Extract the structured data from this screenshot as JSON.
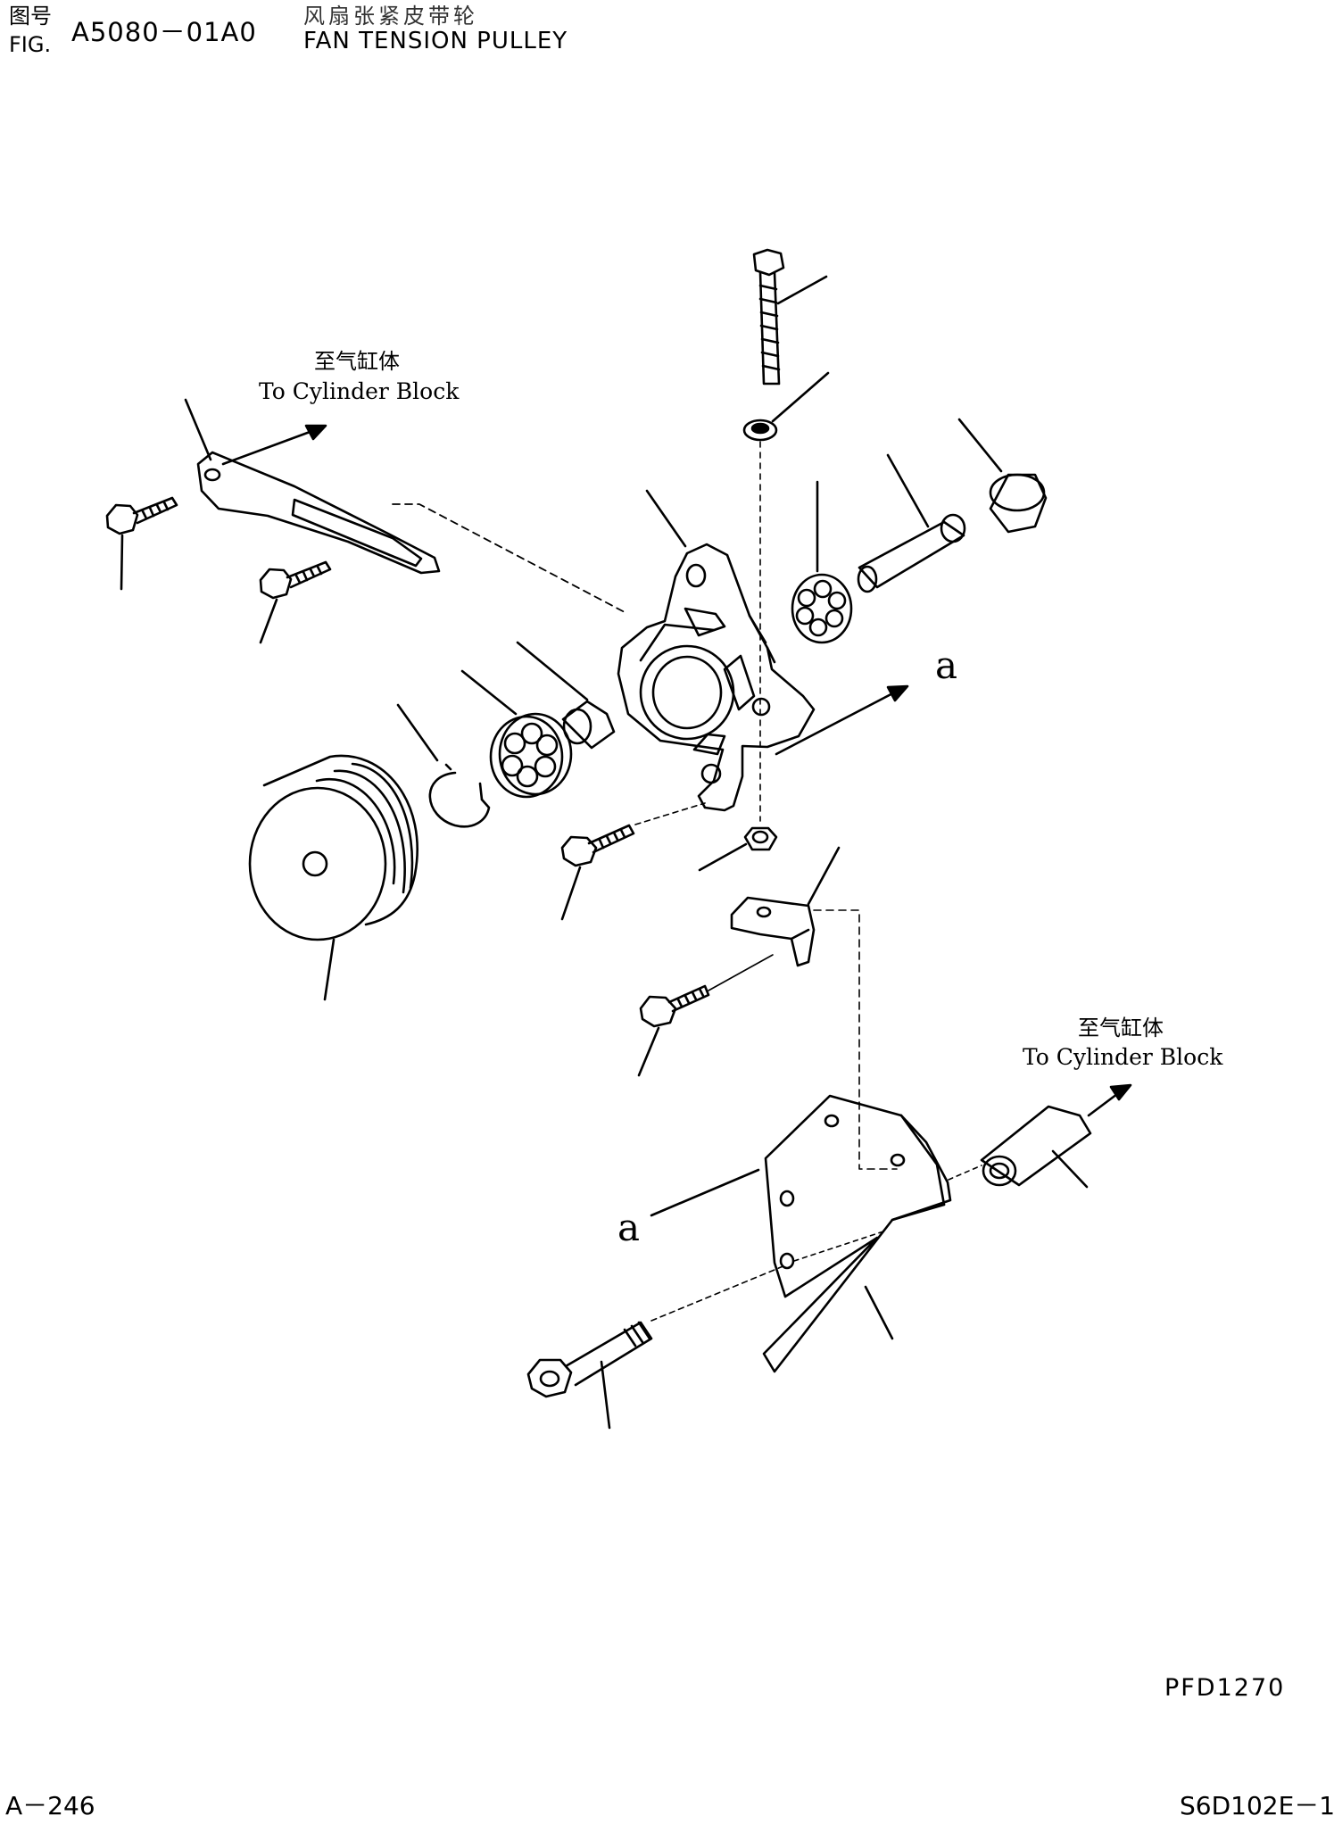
{
  "header": {
    "fig_label_zh": "图号",
    "fig_label_en": "FIG.",
    "fig_code": "A5080－01A0",
    "title_zh": "风扇张紧皮带轮",
    "title_en": "FAN TENSION PULLEY"
  },
  "callouts": {
    "to_block_zh": "至气缸体",
    "to_block_en": "To Cylinder Block",
    "to_block_zh_2": "至气缸体",
    "to_block_en_2": "To Cylinder Block",
    "marker_a_1": "a",
    "marker_a_2": "a"
  },
  "footer": {
    "doc_code": "PFD1270",
    "page": "A－246",
    "model": "S6D102E－1"
  }
}
